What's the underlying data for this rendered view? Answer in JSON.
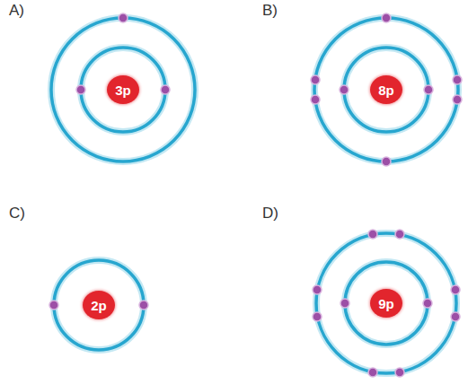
{
  "diagram": {
    "nodes": [
      {
        "text": [
          "3p"
        ]
      },
      {
        "text": [
          "8p"
        ]
      },
      {
        "text": [
          "2p"
        ]
      },
      {
        "text": [
          "9p"
        ]
      }
    ],
    "labels": [
      "A)",
      "B)",
      "C)",
      "D)"
    ]
  }
}
